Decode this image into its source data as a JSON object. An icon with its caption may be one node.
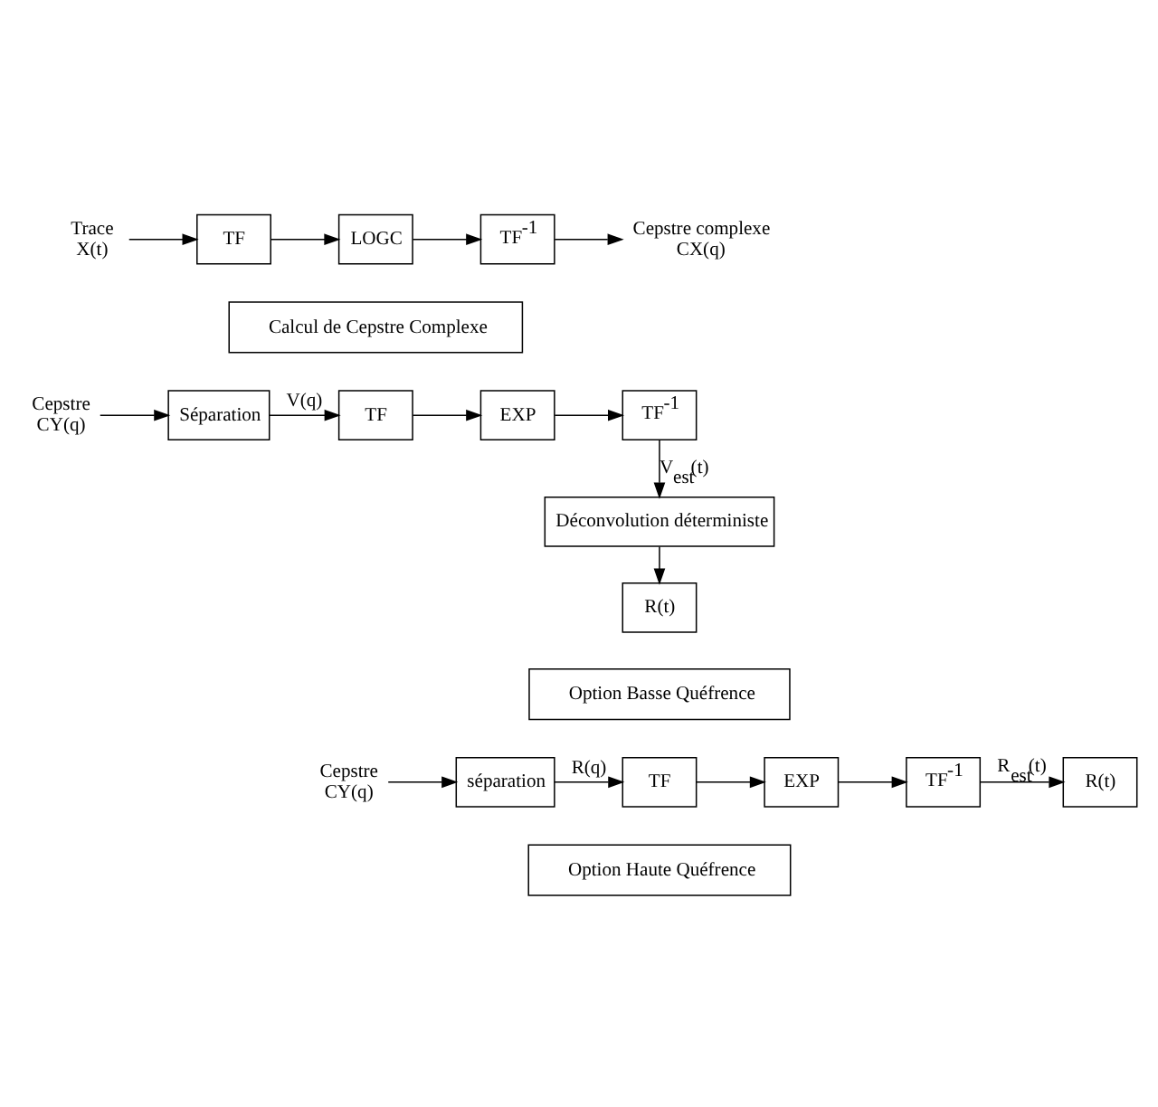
{
  "diagram": {
    "nodes": [
      {
        "text": [
          "Trace",
          "X(t)"
        ]
      },
      {
        "text": [
          "TF"
        ]
      },
      {
        "text": [
          "LOGC"
        ]
      },
      {
        "text": [
          "TF$^{-1}$"
        ]
      },
      {
        "text": [
          "Cepstre complexe",
          "CX(q)"
        ]
      },
      {
        "text": [
          "Calcul de Cepstre Complexe"
        ]
      },
      {
        "text": [
          "Cepstre",
          "CY(q)"
        ]
      },
      {
        "text": [
          "Séparation"
        ]
      },
      {
        "text": [
          "TF"
        ]
      },
      {
        "text": [
          "EXP"
        ]
      },
      {
        "text": [
          "TF$^{-1}$"
        ]
      },
      {
        "text": [
          "Déconvolution déterministe"
        ]
      },
      {
        "text": [
          "R(t)"
        ]
      },
      {
        "text": [
          "Option Basse Quéfrence"
        ]
      },
      {
        "text": [
          "Cepstre",
          "CY(q)"
        ]
      },
      {
        "text": [
          "séparation"
        ]
      },
      {
        "text": [
          "TF"
        ]
      },
      {
        "text": [
          "EXP"
        ]
      },
      {
        "text": [
          "TF$^{-1}$"
        ]
      },
      {
        "text": [
          "R(t)"
        ]
      },
      {
        "text": [
          "Option Haute Quéfrence"
        ]
      }
    ],
    "edges": [
      {
        "from": 0,
        "to": 1,
        "arrow": "to"
      },
      {
        "from": 1,
        "to": 2,
        "arrow": "to"
      },
      {
        "from": 2,
        "to": 3,
        "arrow": "to"
      },
      {
        "from": 3,
        "to": 4,
        "arrow": "to"
      },
      {
        "from": 6,
        "to": 7,
        "arrow": "to"
      },
      {
        "from": 7,
        "to": 8,
        "arrow": "to",
        "label": "V(q)"
      },
      {
        "from": 8,
        "to": 9,
        "arrow": "to"
      },
      {
        "from": 9,
        "to": 10,
        "arrow": "to"
      },
      {
        "from": 10,
        "to": 11,
        "arrow": "to",
        "label": "V$_{est}$(t)"
      },
      {
        "from": 11,
        "to": 12,
        "arrow": "to"
      },
      {
        "from": 14,
        "to": 15,
        "arrow": "to"
      },
      {
        "from": 15,
        "to": 16,
        "arrow": "to",
        "label": "R(q)"
      },
      {
        "from": 16,
        "to": 17,
        "arrow": "to"
      },
      {
        "from": 17,
        "to": 18,
        "arrow": "to"
      },
      {
        "from": 18,
        "to": 19,
        "arrow": "to",
        "label": "R$_{est}$(t)"
      }
    ]
  }
}
